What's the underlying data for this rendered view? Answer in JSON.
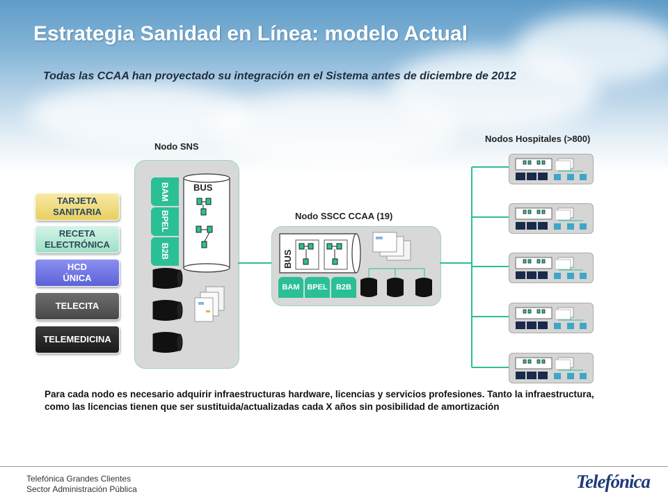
{
  "title": "Estrategia Sanidad en Línea: modelo Actual",
  "subtitle": "Todas las CCAA han proyectado su integración en el Sistema antes de diciembre de 2012",
  "nodo_sns": {
    "label": "Nodo SNS",
    "bus_label": "BUS",
    "tabs": [
      "BAM",
      "BPEL",
      "B2B"
    ],
    "services": [
      {
        "label": "TARJETA SANITARIA",
        "line1": "TARJETA",
        "line2": "SANITARIA"
      },
      {
        "label": "RECETA ELECTRÓNICA",
        "line1": "RECETA",
        "line2": "ELECTRÓNICA"
      },
      {
        "label": "HCD ÚNICA",
        "line1": "HCD",
        "line2": "ÚNICA"
      },
      {
        "label": "TELECITA",
        "line1": "TELECITA",
        "line2": ""
      },
      {
        "label": "TELEMEDICINA",
        "line1": "TELEMEDICINA",
        "line2": ""
      }
    ]
  },
  "nodo_ccaa": {
    "label": "Nodo SSCC CCAA (19)",
    "bus_label": "BUS",
    "tabs": [
      "BAM",
      "BPEL",
      "B2B"
    ]
  },
  "hospitales": {
    "label": "Nodos Hospitales (>800)",
    "count_shown": 5
  },
  "body_text": "Para cada nodo es necesario adquirir infraestructuras hardware, licencias y servicios profesiones. Tanto la infraestructura, como las licencias tienen que ser sustituida/actualizadas cada X años sin posibilidad de amortización",
  "footer": {
    "line1": "Telefónica Grandes Clientes",
    "line2": "Sector Administración Pública",
    "logo": "Telefónica"
  },
  "colors": {
    "accent_green": "#2bbf96",
    "connector": "#2bbf96",
    "panel": "#d8d8d8"
  }
}
